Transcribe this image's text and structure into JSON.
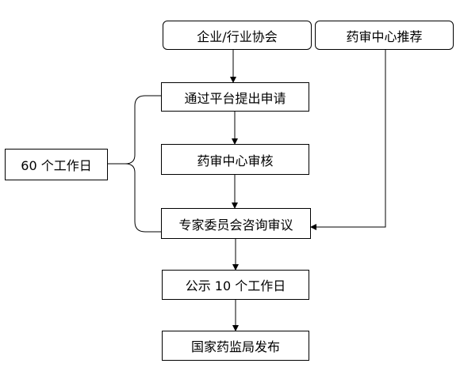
{
  "boxes": {
    "enterprise": "企业/行业协会",
    "center_recommend": "药审中心推荐",
    "platform_apply": "通过平台提出申请",
    "center_review": "药审中心审核",
    "expert_review": "专家委员会咨询审议",
    "publicity": "公示 10 个工作日",
    "nmpa_release": "国家药监局发布",
    "sixty_days": "60 个工作日"
  }
}
